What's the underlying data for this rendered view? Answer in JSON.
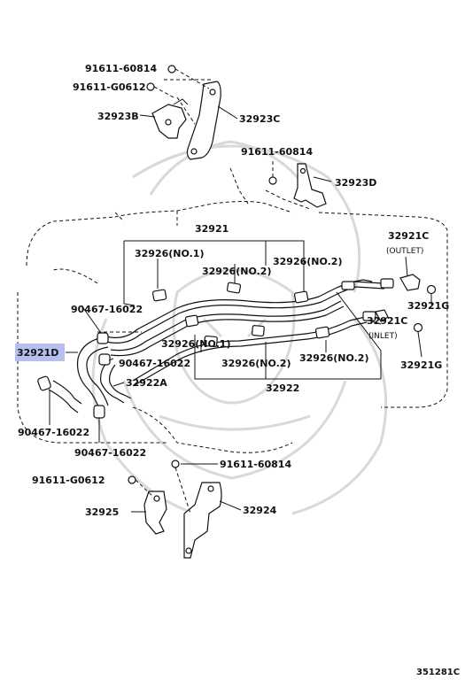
{
  "diagram_id": "351281C",
  "highlight": {
    "part": "32921D",
    "color": "#b6bff0"
  },
  "labels": {
    "bolt_91611_60814_top": "91611-60814",
    "bolt_91611_G0612_top": "91611-G0612",
    "bracket_32923B": "32923B",
    "bracket_32923C": "32923C",
    "bolt_91611_60814_mid": "91611-60814",
    "bracket_32923D": "32923D",
    "tube_32921": "32921",
    "grommet_no1_upper": "32926(NO.1)",
    "grommet_no2_upper_a": "32926(NO.2)",
    "grommet_no2_upper_b": "32926(NO.2)",
    "tube_32921C_outlet": "32921C",
    "note_outlet": "(OUTLET)",
    "tube_32921C_inlet": "32921C",
    "note_inlet": "(INLET)",
    "clip_90467_16022_a": "90467-16022",
    "hose_32921D": "32921D",
    "clip_90467_16022_b": "90467-16022",
    "grommet_no1_lower": "32926(NO.1)",
    "grommet_no2_lower_a": "32926(NO.2)",
    "grommet_no2_lower_b": "32926(NO.2)",
    "cap_32921G_a": "32921G",
    "cap_32921G_b": "32921G",
    "hose_32922A": "32922A",
    "tube_32922": "32922",
    "clip_90467_16022_c": "90467-16022",
    "clip_90467_16022_d": "90467-16022",
    "bolt_91611_60814_bottom": "91611-60814",
    "bolt_91611_G0612_bottom": "91611-G0612",
    "bracket_32925": "32925",
    "bracket_32924": "32924"
  },
  "icons": [
    "bolt-marker-icon"
  ]
}
